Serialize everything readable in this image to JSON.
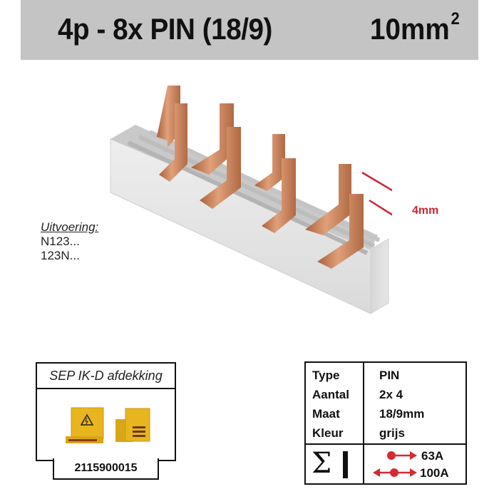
{
  "header": {
    "title": "4p - 8x PIN (18/9)",
    "cross_section": "10mm",
    "cross_section_exponent": "2",
    "background_color": "#c4c4c4"
  },
  "product_image": {
    "description": "pin busbar comb, grey housing with copper pins",
    "housing_color": "#dcdcdc",
    "copper_color": "#c8825a"
  },
  "variant": {
    "heading": "Uitvoering:",
    "options": [
      "N123...",
      "123N..."
    ]
  },
  "dimension_annotation": {
    "label": "4mm",
    "color": "#cc2530"
  },
  "accessory": {
    "title": "SEP IK-D afdekking",
    "article_number": "2115900015",
    "image": "yellow-cover-caps",
    "warning_icon": "high-voltage-warning-icon",
    "color": "#e8b51e"
  },
  "spec_table": {
    "rows": [
      {
        "label": "Type",
        "value": "PIN"
      },
      {
        "label": "Aantal",
        "value": "2x 4"
      },
      {
        "label": "Maat",
        "value": "18/9mm"
      },
      {
        "label": "Kleur",
        "value": "grijs"
      }
    ],
    "current": {
      "symbol": "Σ",
      "ratings": [
        {
          "feed": "end-feed",
          "value": "63A"
        },
        {
          "feed": "center-feed",
          "value": "100A"
        }
      ],
      "arrow_color": "#d42a34"
    }
  }
}
